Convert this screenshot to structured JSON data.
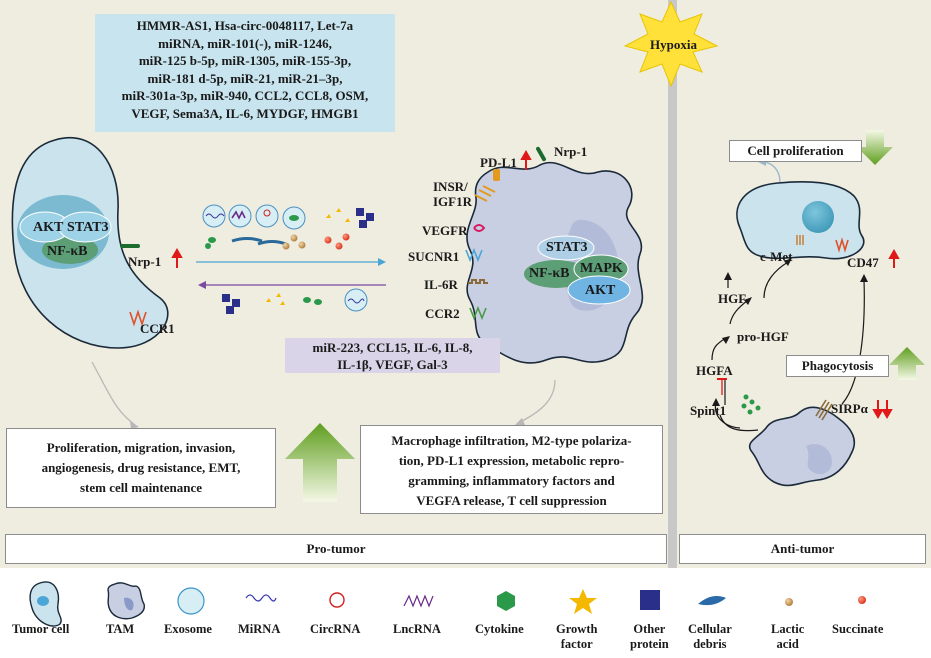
{
  "left_top_box": {
    "lines": [
      "HMMR-AS1, Hsa-circ-0048117, Let-7a",
      "miRNA, miR-101(-),  miR-1246,",
      "miR-125 b-5p, miR-1305, miR-155-3p,",
      "miR-181 d-5p, miR-21, miR-21–3p,",
      "miR-301a-3p, miR-940, CCL2, CCL8, OSM,",
      "VEGF, Sema3A, IL-6, MYDGF, HMGB1"
    ]
  },
  "right_mid_box": {
    "lines": [
      "miR-223, CCL15, IL-6, IL-8,",
      "IL-1β, VEGF, Gal-3"
    ]
  },
  "tumor_cell": {
    "akt": "AKT",
    "stat3": "STAT3",
    "nfkb": "NF-κB",
    "nrp1": "Nrp-1",
    "ccr1": "CCR1"
  },
  "tam": {
    "nrp1": "Nrp-1",
    "pdl1": "PD-L1",
    "insr": "INSR/",
    "igf1r": "IGF1R",
    "vegfr": "VEGFR",
    "sucnr1": "SUCNR1",
    "il6r": "IL-6R",
    "ccr2": "CCR2",
    "stat3": "STAT3",
    "nfkb": "NF-κB",
    "mapk": "MAPK",
    "akt": "AKT"
  },
  "hypoxia": "Hypoxia",
  "bottom_left_box": {
    "lines": [
      "Proliferation, migration, invasion,",
      "angiogenesis, drug resistance, EMT,",
      "stem cell maintenance"
    ]
  },
  "bottom_mid_box": {
    "lines": [
      "Macrophage infiltration, M2-type polariza-",
      "tion, PD-L1 expression, metabolic repro-",
      "gramming, inflammatory factors and",
      "VEGFA release,  T cell suppression"
    ]
  },
  "pro_tumor": "Pro-tumor",
  "anti_tumor": "Anti-tumor",
  "anti_panel": {
    "cell_proliferation": "Cell proliferation",
    "cmet": "c-Met",
    "cd47": "CD47",
    "hgf": "HGF",
    "pro_hgf": "pro-HGF",
    "hgfa": "HGFA",
    "phagocytosis": "Phagocytosis",
    "spint1": "Spint1",
    "sirpa": "SIRPα"
  },
  "legend": [
    {
      "label": "Tumor cell",
      "icon": "tumor-cell-icon"
    },
    {
      "label": "TAM",
      "icon": "tam-icon"
    },
    {
      "label": "Exosome",
      "icon": "exosome-icon"
    },
    {
      "label": "MiRNA",
      "icon": "mirna-icon"
    },
    {
      "label": "CircRNA",
      "icon": "circrna-icon"
    },
    {
      "label": "LncRNA",
      "icon": "lncrna-icon"
    },
    {
      "label": "Cytokine",
      "icon": "cytokine-icon"
    },
    {
      "label": "Growth\nfactor",
      "icon": "growth-factor-icon"
    },
    {
      "label": "Other\nprotein",
      "icon": "other-protein-icon"
    },
    {
      "label": "Cellular\ndebris",
      "icon": "cellular-debris-icon"
    },
    {
      "label": "Lactic\nacid",
      "icon": "lactic-acid-icon"
    },
    {
      "label": "Succinate",
      "icon": "succinate-icon"
    }
  ],
  "colors": {
    "panel_bg": "#efece0",
    "tumor_cell": "#cbe3ec",
    "tam": "#c9cfe2",
    "arrow_red": "#e01818",
    "arrow_green": "#6aaa2a",
    "divider": "#c8c8c8"
  }
}
